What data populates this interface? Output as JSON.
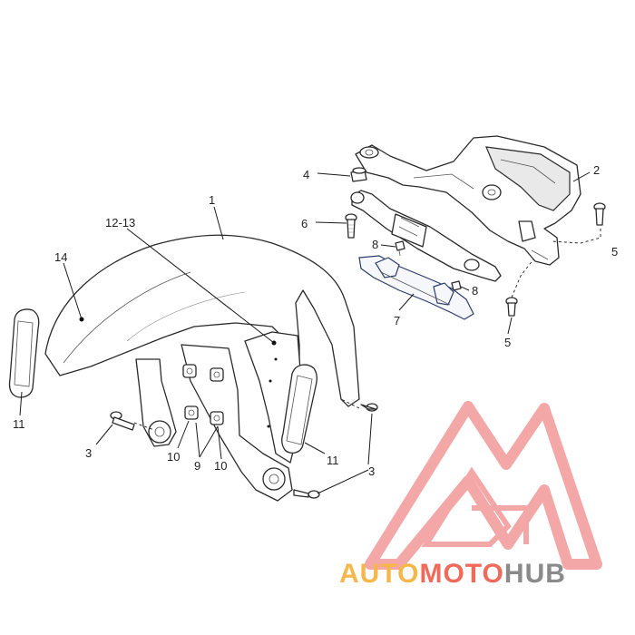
{
  "diagram": {
    "callouts": {
      "c1": "1",
      "c2": "2",
      "c3a": "3",
      "c3b": "3",
      "c4": "4",
      "c5a": "5",
      "c5b": "5",
      "c6": "6",
      "c7": "7",
      "c8a": "8",
      "c8b": "8",
      "c9": "9",
      "c10a": "10",
      "c10b": "10",
      "c11a": "11",
      "c11b": "11",
      "c1213": "12-13",
      "c14": "14"
    }
  },
  "watermark": {
    "part1": "AUTO",
    "part2": "MOTO",
    "part3": "HUB",
    "color_auto": "#f5b74a",
    "color_moto": "#ef6a5a",
    "color_hub": "#8a8a8a",
    "logo_color": "#ef8a8a"
  }
}
